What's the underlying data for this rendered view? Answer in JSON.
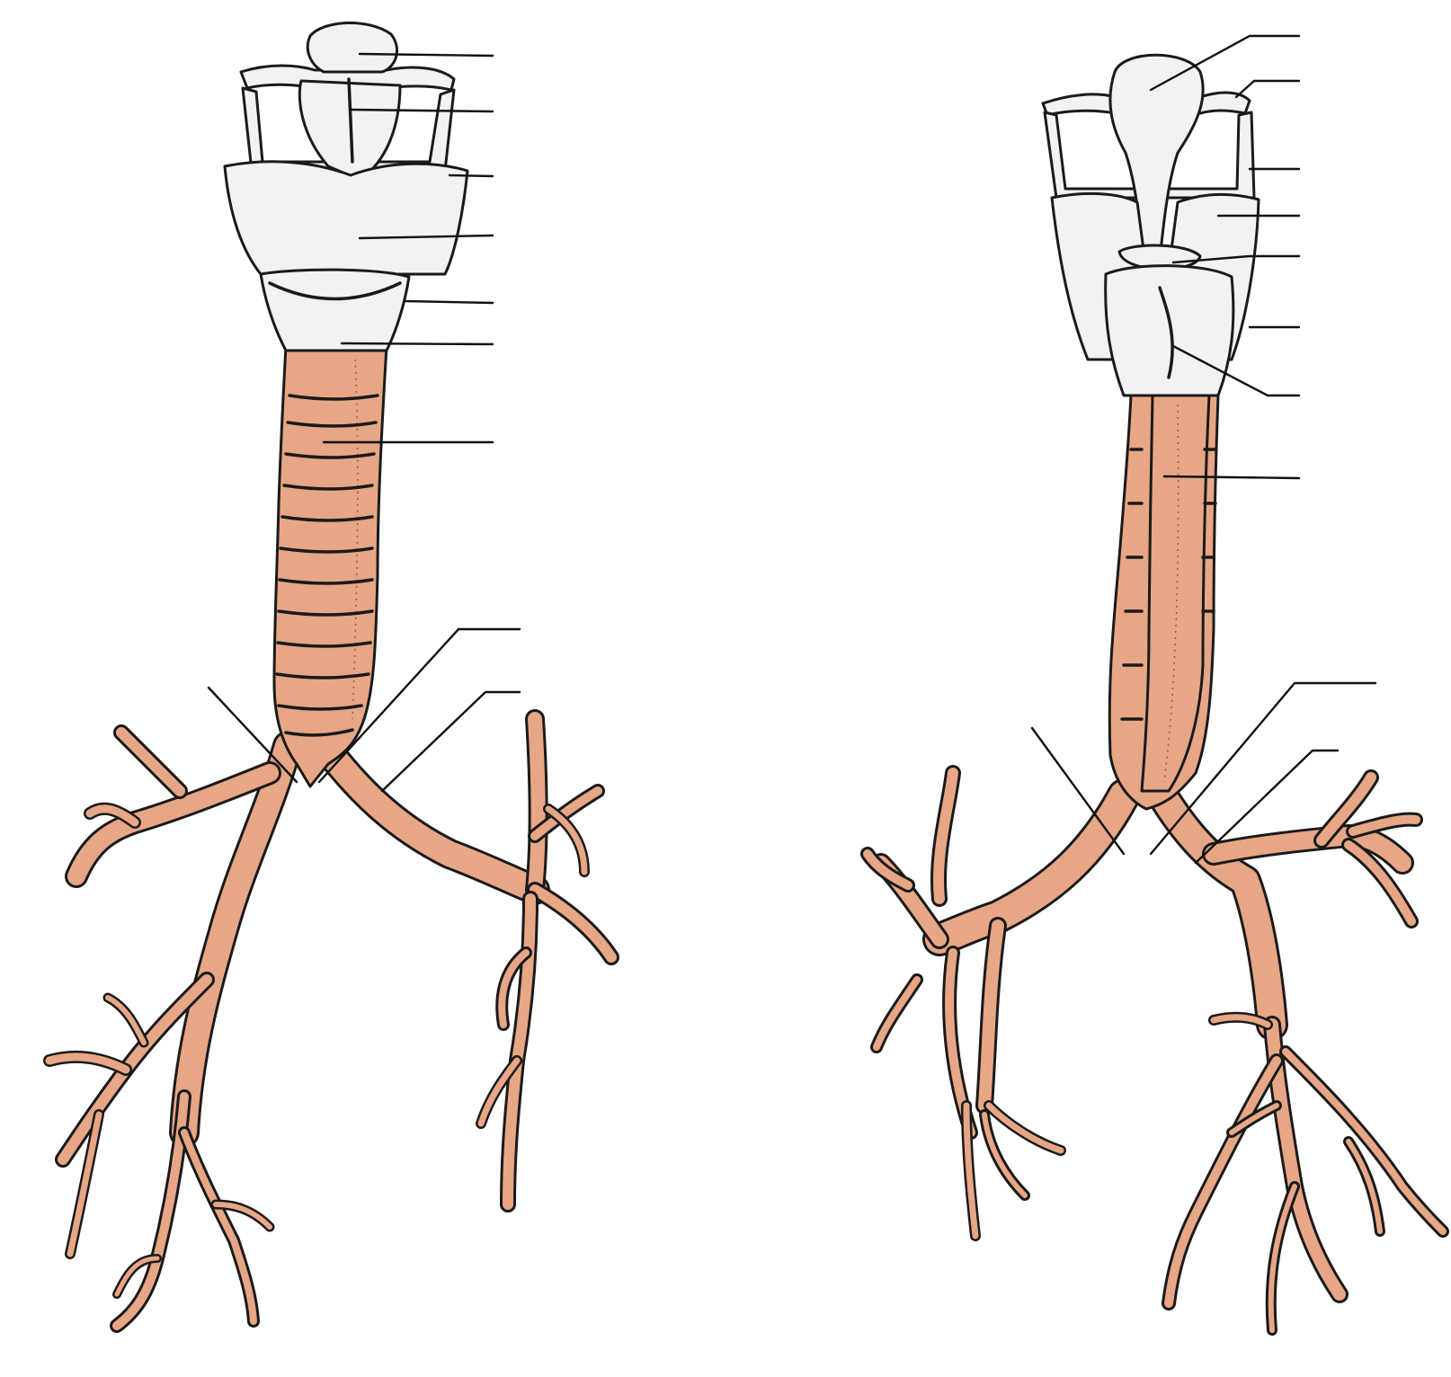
{
  "figure": {
    "views": [
      {
        "id": "anterior-view",
        "leader_lines": 10,
        "labels": []
      },
      {
        "id": "posterior-view",
        "leader_lines": 10,
        "labels": []
      }
    ],
    "colors": {
      "tissue": "#E7A685",
      "cartilage": "#F2F2F2",
      "outline": "#1A1A1A",
      "background": "#FFFFFF"
    }
  }
}
